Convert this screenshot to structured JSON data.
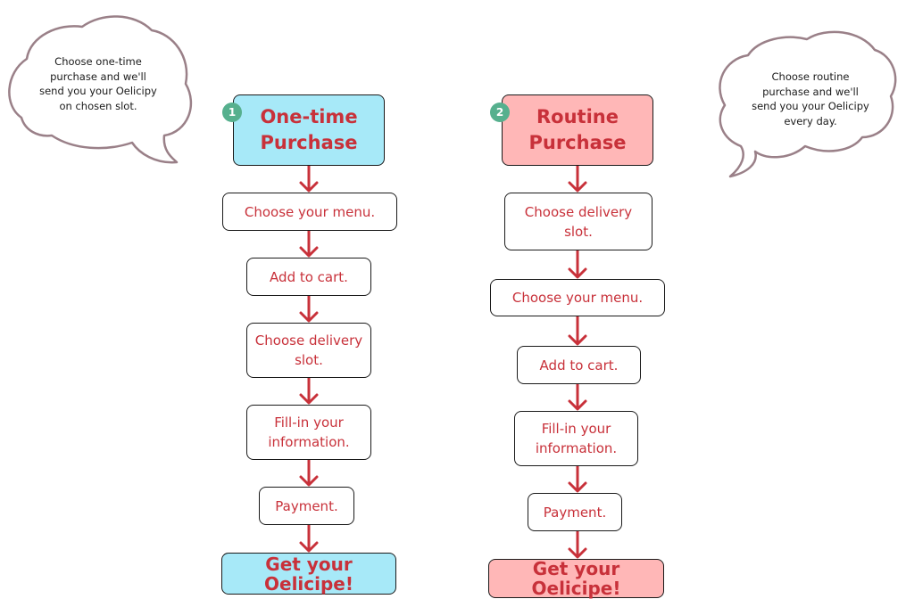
{
  "colors": {
    "text": "#c8313a",
    "arrow": "#c8313a",
    "onetime_fill": "#a7e9f8",
    "routine_fill": "#ffb7b7",
    "badge": "#56b08e",
    "cloud_stroke": "#9a8088"
  },
  "onetime": {
    "badge": "1",
    "title_line1": "One-time",
    "title_line2": "Purchase",
    "steps": [
      [
        "Choose your menu."
      ],
      [
        "Add to cart."
      ],
      [
        "Choose delivery",
        "slot."
      ],
      [
        "Fill-in your",
        "information."
      ],
      [
        "Payment."
      ]
    ],
    "final": "Get your Oelicipe!",
    "cloud_text": [
      "Choose one-time",
      "purchase and we'll",
      "send you your Oelicipy",
      "on chosen slot."
    ]
  },
  "routine": {
    "badge": "2",
    "title_line1": "Routine",
    "title_line2": "Purchase",
    "steps": [
      [
        "Choose delivery",
        "slot."
      ],
      [
        "Choose your menu."
      ],
      [
        "Add to cart."
      ],
      [
        "Fill-in your",
        "information."
      ],
      [
        "Payment."
      ]
    ],
    "final": "Get your Oelicipe!",
    "cloud_text": [
      "Choose routine",
      "purchase and we'll",
      "send you your Oelicipy",
      "every day."
    ]
  }
}
